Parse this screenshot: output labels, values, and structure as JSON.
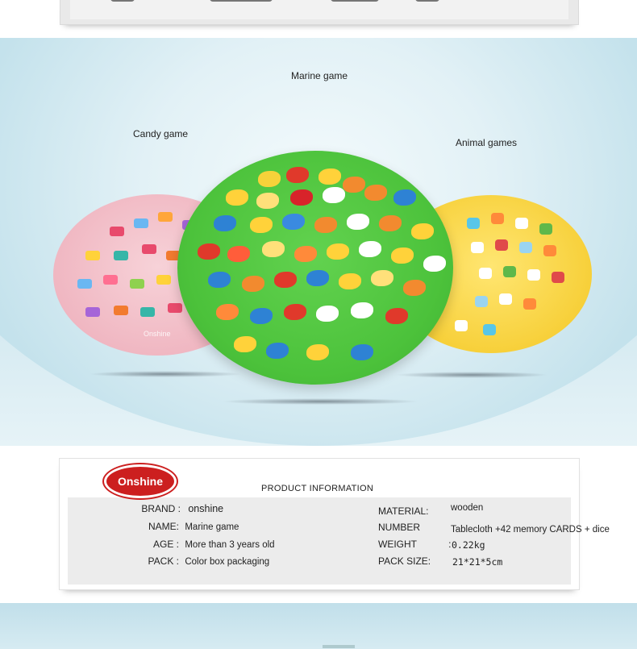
{
  "hero": {
    "labels": {
      "marine": "Marine game",
      "candy": "Candy game",
      "animal": "Animal games"
    },
    "mat_brand": "Onshine"
  },
  "info": {
    "logo_text": "Onshine",
    "title": "PRODUCT  INFORMATION",
    "left": [
      {
        "key": "BRAND  :",
        "value": "onshine"
      },
      {
        "key": "NAME:",
        "value": "Marine game"
      },
      {
        "key": "AGE  :",
        "value": "More than 3 years old"
      },
      {
        "key": "PACK  :",
        "value": "Color box packaging"
      }
    ],
    "right": [
      {
        "key": "MATERIAL:",
        "value": "wooden"
      },
      {
        "key": "NUMBER",
        "value": "Tablecloth +42 memory CARDS + dice"
      },
      {
        "key": "WEIGHT",
        "sep": ":",
        "value": "0.22kg"
      },
      {
        "key": "PACK SIZE:",
        "value": "21*21*5cm"
      }
    ]
  },
  "colors": {
    "green_mat": "#4cc23b",
    "pink_mat": "#f0b7c2",
    "yellow_mat": "#f7d03a",
    "logo_red": "#cc1f1f"
  }
}
